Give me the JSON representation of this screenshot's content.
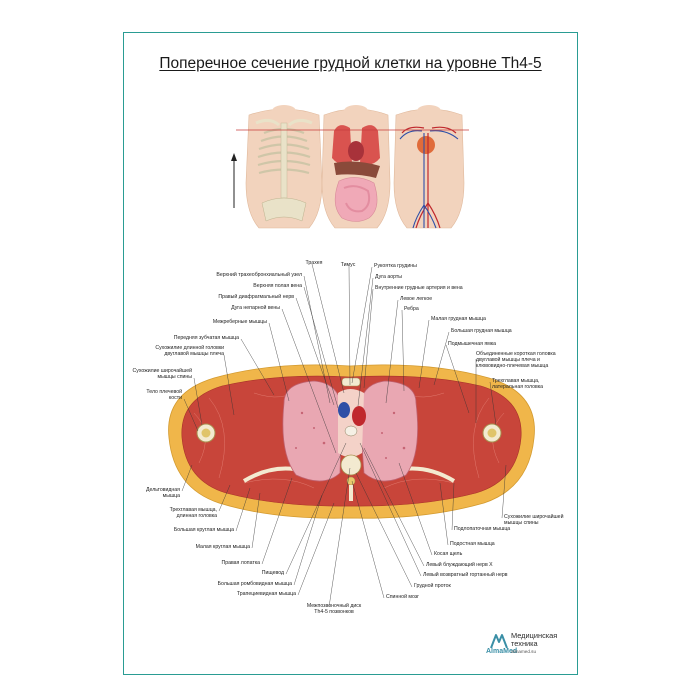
{
  "title": "Поперечное сечение грудной клетки на уровне Th4-5",
  "labels": {
    "left": [
      "Верхний трахеобронхиальный узел",
      "Верхняя полая вена",
      "Правый диафрагмальный нерв",
      "Дуга непарной вены",
      "Межреберные мышцы",
      "Передняя зубчатая мышца",
      "Сухожилие длинной головки",
      "двуглавой мышцы плеча",
      "Сухожилие широчайшей",
      "мышцы спины",
      "Тело плечевой",
      "кости",
      "Дельтовидная",
      "мышца",
      "Трехглавая мышца,",
      "длинная головка",
      "Большая круглая мышца",
      "Малая круглая мышца",
      "Правая лопатка",
      "Пищевод",
      "Большая ромбовидная мышца",
      "Трапециевидная мышца",
      "Межпозвоночный диск",
      "Th4-5 позвонков"
    ],
    "top": [
      "Трахея",
      "Тимус"
    ],
    "right": [
      "Рукоятка грудины",
      "Дуга аорты",
      "Внутренние грудные артерия и вена",
      "Левое легкое",
      "Ребра",
      "Малая грудная мышца",
      "Большая грудная мышца",
      "Подмышечная ямка",
      "Объединенные короткая головка",
      "двуглавой мышцы плеча и",
      "клювовидно-плечевая мышца",
      "Трехглавая мышца,",
      "латеральная головка",
      "Сухожилие широчайшей",
      "мышцы спины",
      "Подлопаточная мышца",
      "Подостная мышца",
      "Косая щель",
      "Левый блуждающий нерв X",
      "Левый возвратный гортанный нерв",
      "Грудной проток",
      "Спинной мозг"
    ]
  },
  "brand": {
    "name": "AlmaMed",
    "line1": "Медицинская",
    "line2": "техника",
    "url": "almamed.su"
  }
}
